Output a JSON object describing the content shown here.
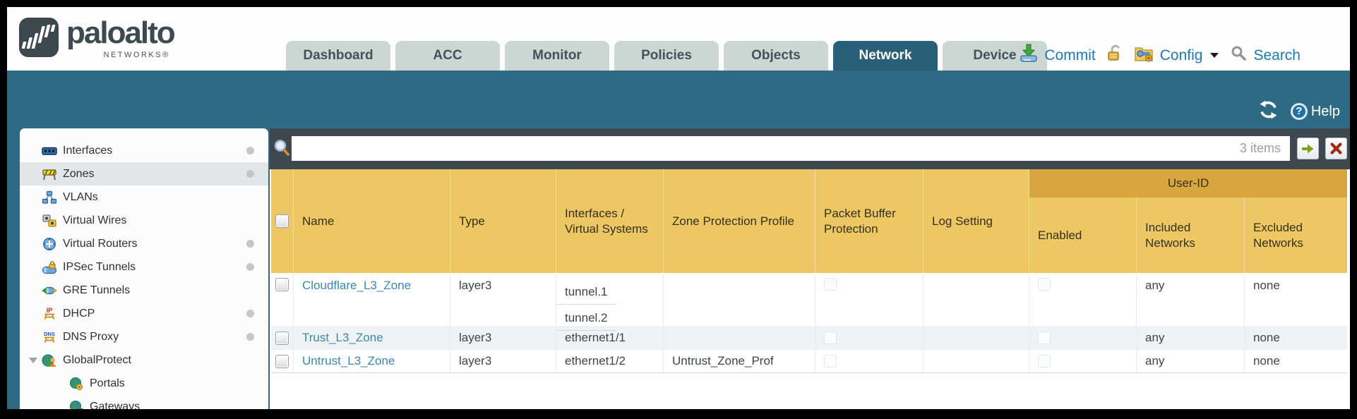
{
  "brand": {
    "logo_text": "paloalto",
    "logo_sub": "NETWORKS®"
  },
  "nav": {
    "tabs": [
      {
        "label": "Dashboard",
        "active": false
      },
      {
        "label": "ACC",
        "active": false
      },
      {
        "label": "Monitor",
        "active": false
      },
      {
        "label": "Policies",
        "active": false
      },
      {
        "label": "Objects",
        "active": false
      },
      {
        "label": "Network",
        "active": true
      },
      {
        "label": "Device",
        "active": false
      }
    ]
  },
  "header_actions": {
    "commit_label": "Commit",
    "config_label": "Config",
    "search_label": "Search",
    "icons": [
      "commit-icon",
      "lock-icon",
      "config-icon",
      "search-icon"
    ]
  },
  "band": {
    "help_label": "Help",
    "icons": [
      "refresh-icon",
      "help-icon"
    ]
  },
  "sidebar": {
    "items": [
      {
        "label": "Interfaces",
        "icon": "interfaces-icon",
        "dot": true,
        "selected": false
      },
      {
        "label": "Zones",
        "icon": "zones-icon",
        "dot": true,
        "selected": true
      },
      {
        "label": "VLANs",
        "icon": "vlans-icon",
        "dot": false,
        "selected": false
      },
      {
        "label": "Virtual Wires",
        "icon": "virtual-wires-icon",
        "dot": false,
        "selected": false
      },
      {
        "label": "Virtual Routers",
        "icon": "virtual-routers-icon",
        "dot": true,
        "selected": false
      },
      {
        "label": "IPSec Tunnels",
        "icon": "ipsec-tunnels-icon",
        "dot": true,
        "selected": false
      },
      {
        "label": "GRE Tunnels",
        "icon": "gre-tunnels-icon",
        "dot": false,
        "selected": false
      },
      {
        "label": "DHCP",
        "icon": "dhcp-icon",
        "dot": true,
        "selected": false
      },
      {
        "label": "DNS Proxy",
        "icon": "dns-proxy-icon",
        "dot": true,
        "selected": false
      },
      {
        "label": "GlobalProtect",
        "icon": "globalprotect-icon",
        "dot": false,
        "selected": false,
        "expanded": true,
        "children": [
          {
            "label": "Portals",
            "icon": "portals-icon"
          },
          {
            "label": "Gateways",
            "icon": "gateways-icon"
          }
        ]
      }
    ]
  },
  "toolbar": {
    "filter_value": "",
    "items_count": "3 items"
  },
  "table": {
    "group_header": "User-ID",
    "columns": [
      "Name",
      "Type",
      "Interfaces / Virtual Systems",
      "Zone Protection Profile",
      "Packet Buffer Protection",
      "Log Setting",
      "Enabled",
      "Included Networks",
      "Excluded Networks"
    ],
    "rows": [
      {
        "name": "Cloudflare_L3_Zone",
        "type": "layer3",
        "interfaces": [
          "tunnel.1",
          "tunnel.2"
        ],
        "zone_protection_profile": "",
        "log_setting": "",
        "packet_buffer_protection_checked": false,
        "user_id_enabled_checked": false,
        "included_networks": "any",
        "excluded_networks": "none"
      },
      {
        "name": "Trust_L3_Zone",
        "type": "layer3",
        "interfaces": [
          "ethernet1/1"
        ],
        "zone_protection_profile": "",
        "log_setting": "",
        "packet_buffer_protection_checked": false,
        "user_id_enabled_checked": false,
        "included_networks": "any",
        "excluded_networks": "none"
      },
      {
        "name": "Untrust_L3_Zone",
        "type": "layer3",
        "interfaces": [
          "ethernet1/2"
        ],
        "zone_protection_profile": "Untrust_Zone_Prof",
        "log_setting": "",
        "packet_buffer_protection_checked": false,
        "user_id_enabled_checked": false,
        "included_networks": "any",
        "excluded_networks": "none"
      }
    ]
  },
  "colors": {
    "teal_band": "#2e6a84",
    "active_tab": "#2a5f79",
    "inactive_tab": "#ccd6d2",
    "toolbar_dark": "#40484f",
    "header_gold": "#edc763",
    "user_id_gold": "#d8a63e",
    "link_blue": "#3d87ab",
    "action_blue": "#2079b0",
    "alt_row": "#f0f3f5"
  }
}
